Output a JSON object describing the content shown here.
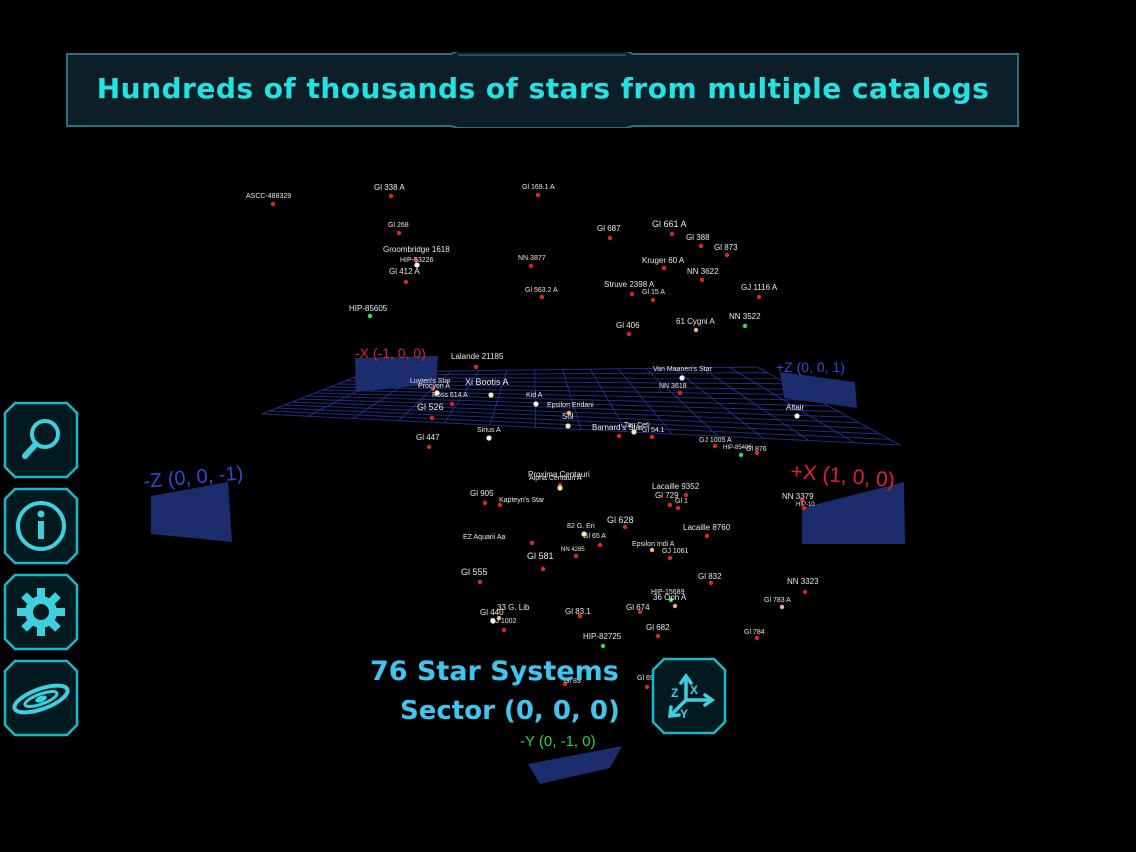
{
  "banner": {
    "text": "Hundreds of thousands of stars from multiple catalogs"
  },
  "hud": {
    "count": "76 Star Systems",
    "sector": "Sector (0, 0, 0)"
  },
  "axes": {
    "neg_x": "-X (-1, 0, 0)",
    "pos_z": "+Z (0, 0, 1)",
    "neg_z": "-Z (0, 0, -1)",
    "pos_x": "+X (1, 0, 0)",
    "neg_y": "-Y (0, -1, 0)"
  },
  "sidebar": [
    {
      "icon": "search-icon"
    },
    {
      "icon": "info-icon"
    },
    {
      "icon": "gear-icon"
    },
    {
      "icon": "galaxy-icon"
    }
  ],
  "axes_button": {
    "icon": "axes-icon",
    "labels": [
      "Z",
      "X",
      "Y"
    ]
  },
  "stars": [
    {
      "label": "ASCC-488329",
      "color": "red"
    },
    {
      "label": "Gl 338 A",
      "color": "red"
    },
    {
      "label": "Gl 169.1 A",
      "color": "red"
    },
    {
      "label": "Gl 268",
      "color": "red"
    },
    {
      "label": "Groombridge 1618",
      "color": "red"
    },
    {
      "label": "HIP-53226",
      "color": "white"
    },
    {
      "label": "Gl 412 A",
      "color": "red"
    },
    {
      "label": "HIP-85605",
      "color": "green"
    },
    {
      "label": "NN 3877",
      "color": "red"
    },
    {
      "label": "Gl 563.2 A",
      "color": "red"
    },
    {
      "label": "Gl 687",
      "color": "red"
    },
    {
      "label": "Gl 661 A",
      "color": "red"
    },
    {
      "label": "Gl 388",
      "color": "red"
    },
    {
      "label": "Gl 873",
      "color": "red"
    },
    {
      "label": "Kruger 60 A",
      "color": "red"
    },
    {
      "label": "NN 3622",
      "color": "red"
    },
    {
      "label": "Struve 2398 A",
      "color": "red"
    },
    {
      "label": "Gl 15 A",
      "color": "red"
    },
    {
      "label": "GJ 1116 A",
      "color": "red"
    },
    {
      "label": "NN 3522",
      "color": "green"
    },
    {
      "label": "Gl 406",
      "color": "red"
    },
    {
      "label": "61 Cygni A",
      "color": "orange"
    },
    {
      "label": "Lalande 21185",
      "color": "red"
    },
    {
      "label": "Van Maanen's Star",
      "color": "white"
    },
    {
      "label": "Luyten's Star",
      "color": "red"
    },
    {
      "label": "Procyon A",
      "color": "white"
    },
    {
      "label": "Xi Bootis A",
      "color": "yellow"
    },
    {
      "label": "Ross 614 A",
      "color": "red"
    },
    {
      "label": "NN 3618",
      "color": "red"
    },
    {
      "label": "Kid A",
      "color": "white"
    },
    {
      "label": "Epsilon Eridani",
      "color": "orange"
    },
    {
      "label": "Sol",
      "color": "yellow"
    },
    {
      "label": "Gl 526",
      "color": "red"
    },
    {
      "label": "Altair",
      "color": "white"
    },
    {
      "label": "Barnard's Star",
      "color": "red"
    },
    {
      "label": "Tau Ceti",
      "color": "yellow"
    },
    {
      "label": "Gl 54.1",
      "color": "red"
    },
    {
      "label": "Gl 447",
      "color": "red"
    },
    {
      "label": "Sirius A",
      "color": "white"
    },
    {
      "label": "GJ 1005 A",
      "color": "red"
    },
    {
      "label": "HIP-85406",
      "color": "green"
    },
    {
      "label": "Gl 876",
      "color": "red"
    },
    {
      "label": "Proxima Centauri",
      "color": "red"
    },
    {
      "label": "Alpha Centauri A",
      "color": "yellow"
    },
    {
      "label": "Lacaille 9352",
      "color": "red"
    },
    {
      "label": "Gl 905",
      "color": "red"
    },
    {
      "label": "Kapteyn's Star",
      "color": "red"
    },
    {
      "label": "Gl 729",
      "color": "red"
    },
    {
      "label": "Gl 1",
      "color": "red"
    },
    {
      "label": "NN 3379",
      "color": "red"
    },
    {
      "label": "HIP-10",
      "color": "red"
    },
    {
      "label": "Gl 628",
      "color": "red"
    },
    {
      "label": "82 G. Eri",
      "color": "yellow"
    },
    {
      "label": "Lacaille 8760",
      "color": "red"
    },
    {
      "label": "EZ Aquarii Aa",
      "color": "red"
    },
    {
      "label": "Gl 65 A",
      "color": "red"
    },
    {
      "label": "Epsilon Indi A",
      "color": "orange"
    },
    {
      "label": "NN 4285",
      "color": "red"
    },
    {
      "label": "GJ 1061",
      "color": "red"
    },
    {
      "label": "Gl 581",
      "color": "red"
    },
    {
      "label": "Gl 555",
      "color": "red"
    },
    {
      "label": "Gl 832",
      "color": "red"
    },
    {
      "label": "NN 3323",
      "color": "red"
    },
    {
      "label": "HIP-15689",
      "color": "green"
    },
    {
      "label": "36 Oph A",
      "color": "orange"
    },
    {
      "label": "Gl 783 A",
      "color": "orange"
    },
    {
      "label": "33 G. Lib",
      "color": "orange"
    },
    {
      "label": "Gl 440",
      "color": "white"
    },
    {
      "label": "GJ 1002",
      "color": "red"
    },
    {
      "label": "Gl 83.1",
      "color": "red"
    },
    {
      "label": "Gl 674",
      "color": "red"
    },
    {
      "label": "Gl 682",
      "color": "red"
    },
    {
      "label": "Gl 784",
      "color": "red"
    },
    {
      "label": "HIP-82725",
      "color": "green"
    },
    {
      "label": "Gl 693",
      "color": "red"
    },
    {
      "label": "Gl 83",
      "color": "red"
    }
  ]
}
